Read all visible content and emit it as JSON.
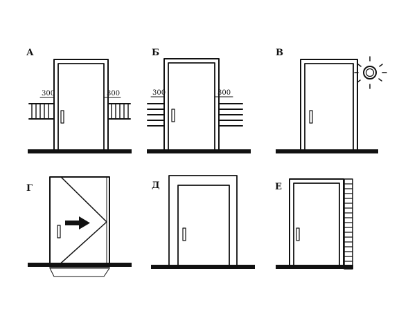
{
  "panels": [
    {
      "id": "a",
      "label": "А",
      "dims": [
        "300",
        "300"
      ]
    },
    {
      "id": "b",
      "label": "Б",
      "dims": [
        "300",
        "300"
      ]
    },
    {
      "id": "v",
      "label": "В"
    },
    {
      "id": "g",
      "label": "Г"
    },
    {
      "id": "d",
      "label": "Д"
    },
    {
      "id": "e",
      "label": "Е"
    }
  ]
}
